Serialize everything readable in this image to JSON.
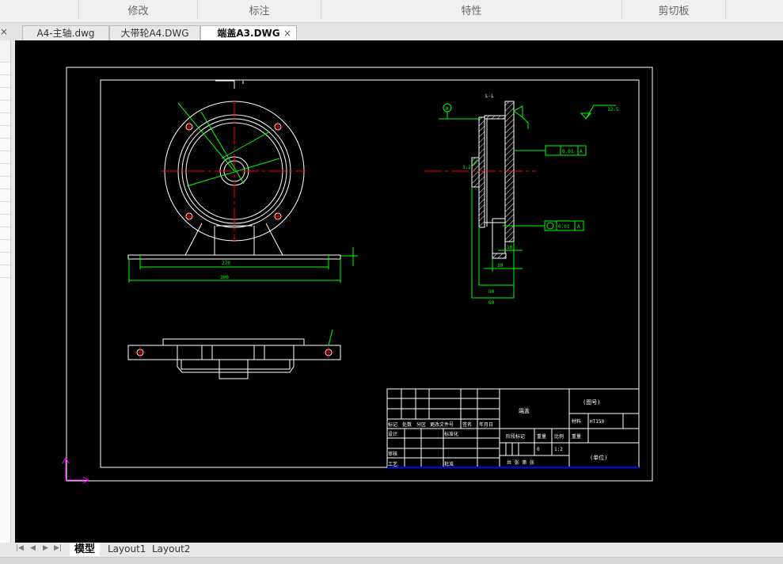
{
  "ribbon": {
    "groups": [
      "修改",
      "标注",
      "特性",
      "剪切板"
    ]
  },
  "tabs": [
    {
      "label": "A4-主轴.dwg"
    },
    {
      "label": "大带轮A4.DWG"
    },
    {
      "label": "端盖A3.DWG",
      "active": true,
      "close": "×"
    }
  ],
  "left_close": "×",
  "layout_tabs": [
    "模型",
    "Layout1",
    "Layout2"
  ],
  "nav": [
    "|◀",
    "◀",
    "▶",
    "▶|"
  ],
  "drawing": {
    "section_label": "L-L",
    "dims": {
      "d270": "270",
      "d300": "300",
      "d10": "10",
      "d30": "30",
      "d50": "50",
      "d60": "60",
      "d32": "3.2",
      "ra": "12.5"
    },
    "tolerance1": {
      "value": "0.01",
      "datum": "A"
    },
    "tolerance2": {
      "value": "0.01",
      "datum": "A"
    },
    "datum_marker": "A",
    "title_block": {
      "part_name": "端盖",
      "drawing_no": "(图号)",
      "unit": "(单位)",
      "material": "HT150",
      "row_labels": [
        "标记",
        "处数",
        "分区",
        "更改文件号",
        "签名",
        "年月日"
      ],
      "design": "设计",
      "standard": "标准化",
      "review": "审核",
      "process": "工艺",
      "approve": "批准",
      "stage": "阶段标记",
      "weight": "重量",
      "scale_label": "比例",
      "scale": "1:2",
      "weight_val": "0",
      "sheets": "共  张  第  张",
      "material_label": "材料"
    },
    "colors": {
      "line": "#ffffff",
      "dim": "#00ff00",
      "center": "#ff0000",
      "border_bottom": "#0000ff",
      "ucs": "#ff00ff"
    }
  }
}
